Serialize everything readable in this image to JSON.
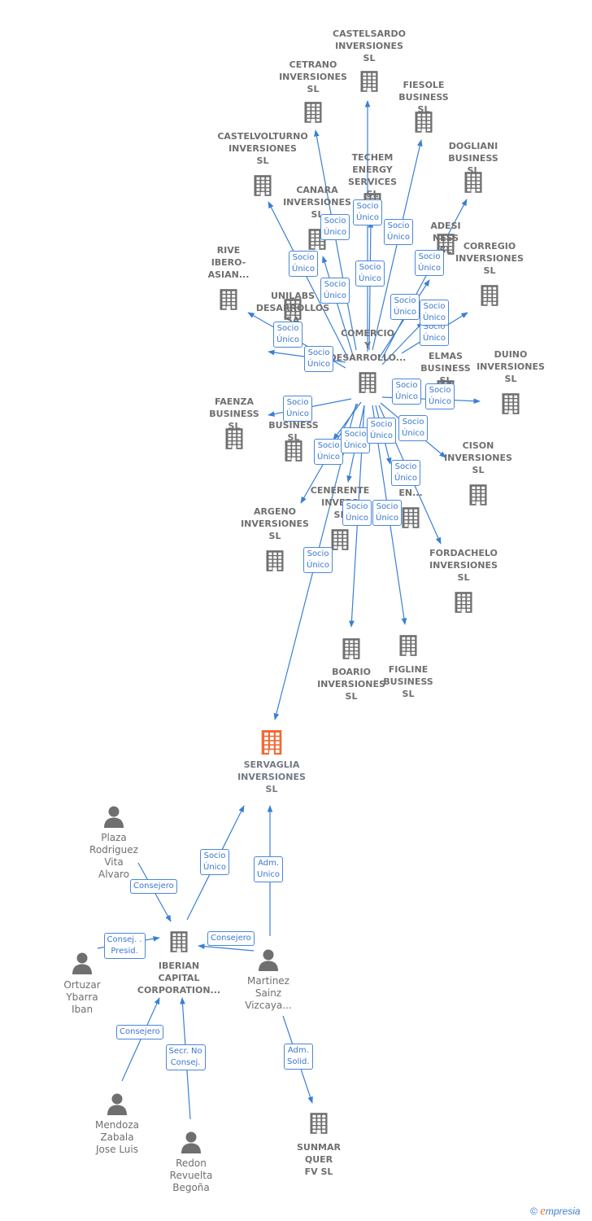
{
  "nodes": {
    "castelsardo": {
      "label": "CASTELSARDO\nINVERSIONES\nSL",
      "type": "company"
    },
    "cetrano": {
      "label": "CETRANO\nINVERSIONES\nSL",
      "type": "company"
    },
    "fiesole": {
      "label": "FIESOLE\nBUSINESS  SL",
      "type": "company"
    },
    "castelvolturno": {
      "label": "CASTELVOLTURNO\nINVERSIONES\nSL",
      "type": "company"
    },
    "techem": {
      "label": "TECHEM\nENERGY\nSERVICES  SL",
      "type": "company"
    },
    "dogliani": {
      "label": "DOGLIANI\nBUSINESS  SL",
      "type": "company"
    },
    "canara": {
      "label": "CANARA\nINVERSIONES\nSL",
      "type": "company"
    },
    "adesi": {
      "label": "ADESI\nNESS  SL",
      "type": "company"
    },
    "rive": {
      "label": "RIVE\nIBERO-\nASIAN...",
      "type": "company"
    },
    "corregio": {
      "label": "CORREGIO\nINVERSIONES\nSL",
      "type": "company"
    },
    "unilabs": {
      "label": "UNILABS\nDESARROLLOS SA",
      "type": "company"
    },
    "comercio": {
      "label": "COMERCIO\nY\nDESARROLLO...",
      "type": "company"
    },
    "elmas": {
      "label": "ELMAS\nBUSINESS  SL",
      "type": "company"
    },
    "duino": {
      "label": "DUINO\nINVERSIONES\nSL",
      "type": "company"
    },
    "faenza": {
      "label": "FAENZA\nBUSINESS  SL",
      "type": "company"
    },
    "business": {
      "label": "BUSINESS  SL",
      "type": "company"
    },
    "cison": {
      "label": "CISON\nINVERSIONES\nSL",
      "type": "company"
    },
    "menon": {
      "label": "A\nON\nEN...",
      "type": "company"
    },
    "cenerente": {
      "label": "CENERENTE\nINVERS\nSL",
      "type": "company"
    },
    "argeno": {
      "label": "ARGENO\nINVERSIONES\nSL",
      "type": "company"
    },
    "fordachelo": {
      "label": "FORDACHELO\nINVERSIONES\nSL",
      "type": "company"
    },
    "boario": {
      "label": "BOARIO\nINVERSIONES\nSL",
      "type": "company"
    },
    "figline": {
      "label": "FIGLINE\nBUSINESS  SL",
      "type": "company"
    },
    "servaglia": {
      "label": "SERVAGLIA\nINVERSIONES\nSL",
      "type": "main"
    },
    "plaza": {
      "label": "Plaza\nRodriguez\nVita Alvaro",
      "type": "person"
    },
    "iberian": {
      "label": "IBERIAN\nCAPITAL\nCORPORATION...",
      "type": "company"
    },
    "martinez": {
      "label": "Martinez\nSainz\nVizcaya...",
      "type": "person"
    },
    "ortuzar": {
      "label": "Ortuzar\nYbarra Iban",
      "type": "person"
    },
    "mendoza": {
      "label": "Mendoza\nZabala\nJose Luis",
      "type": "person"
    },
    "redon": {
      "label": "Redon\nRevuelta\nBegoña",
      "type": "person"
    },
    "sunmar": {
      "label": "SUNMAR\nQUER FV SL",
      "type": "company"
    }
  },
  "edges": [
    {
      "from": "comercio",
      "to": "castelsardo",
      "label": "Socio\nÚnico"
    },
    {
      "from": "comercio",
      "to": "cetrano",
      "label": "Socio\nÚnico"
    },
    {
      "from": "comercio",
      "to": "fiesole",
      "label": "Socio\nÚnico"
    },
    {
      "from": "comercio",
      "to": "castelvolturno",
      "label": "Socio\nÚnico"
    },
    {
      "from": "comercio",
      "to": "techem",
      "label": "Socio\nÚnico"
    },
    {
      "from": "comercio",
      "to": "dogliani",
      "label": "Socio\nÚnico"
    },
    {
      "from": "comercio",
      "to": "canara",
      "label": "Socio\nÚnico"
    },
    {
      "from": "comercio",
      "to": "adesi",
      "label": "Socio\nÚnico"
    },
    {
      "from": "comercio",
      "to": "corregio",
      "label": "Socio\nÚnico"
    },
    {
      "from": "comercio",
      "to": "unilabs",
      "label": "Socio\nÚnico"
    },
    {
      "from": "comercio",
      "to": "elmas",
      "label": "Socio\nÚnico"
    },
    {
      "from": "comercio",
      "to": "duino",
      "label": "Socio\nÚnico"
    },
    {
      "from": "comercio",
      "to": "faenza",
      "label": "Socio\nÚnico"
    },
    {
      "from": "comercio",
      "to": "business",
      "label": "Socio\nÚnico"
    },
    {
      "from": "comercio",
      "to": "cison",
      "label": "Socio\nÚnico"
    },
    {
      "from": "comercio",
      "to": "menon",
      "label": "Socio\nÚnico"
    },
    {
      "from": "comercio",
      "to": "cenerente",
      "label": "Socio\nÚnico"
    },
    {
      "from": "comercio",
      "to": "argeno",
      "label": "Socio\nÚnico"
    },
    {
      "from": "comercio",
      "to": "fordachelo",
      "label": "Socio\nÚnico"
    },
    {
      "from": "comercio",
      "to": "boario",
      "label": "Socio\nÚnico"
    },
    {
      "from": "comercio",
      "to": "figline",
      "label": "Socio\nÚnico"
    },
    {
      "from": "comercio",
      "to": "servaglia",
      "label": "Socio\nÚnico"
    },
    {
      "from": "comercio",
      "to": "rive",
      "label": "Socio\nÚnico"
    },
    {
      "from": "iberian",
      "to": "servaglia",
      "label": "Socio\nÚnico"
    },
    {
      "from": "martinez",
      "to": "servaglia",
      "label": "Adm.\nUnico"
    },
    {
      "from": "plaza",
      "to": "iberian",
      "label": "Consejero"
    },
    {
      "from": "ortuzar",
      "to": "iberian",
      "label": "Consej. .\nPresid."
    },
    {
      "from": "martinez",
      "to": "iberian",
      "label": "Consejero"
    },
    {
      "from": "mendoza",
      "to": "iberian",
      "label": "Consejero"
    },
    {
      "from": "redon",
      "to": "iberian",
      "label": "Secr.  No\nConsej."
    },
    {
      "from": "martinez",
      "to": "sunmar",
      "label": "Adm.\nSolid."
    }
  ],
  "footer": {
    "copyright": "©",
    "brand_e": "e",
    "brand_rest": "mpresia"
  },
  "colors": {
    "edge": "#3a7fd5",
    "company_icon": "#6f6f6f",
    "main_icon": "#f06a35",
    "person_icon": "#6f6f6f",
    "badge_border": "#4a87d8",
    "label": "#6f6f6f"
  }
}
